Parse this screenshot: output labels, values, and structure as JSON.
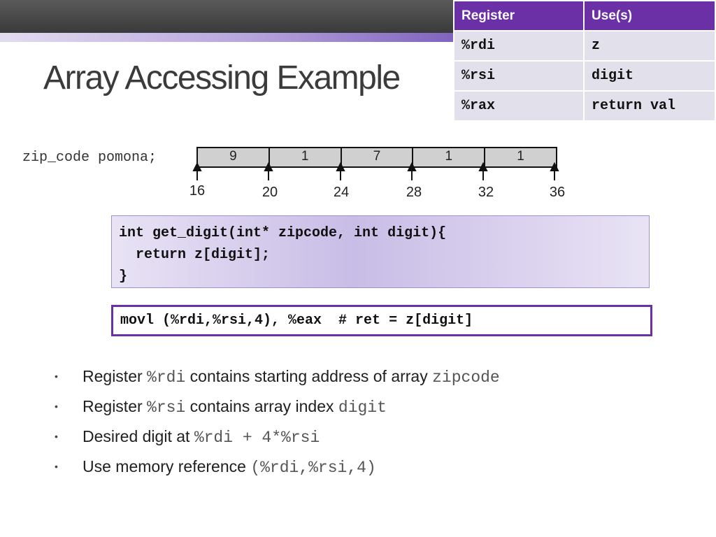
{
  "title": "Array Accessing Example",
  "register_table": {
    "headers": [
      "Register",
      "Use(s)"
    ],
    "rows": [
      [
        "%rdi",
        "z"
      ],
      [
        "%rsi",
        "digit"
      ],
      [
        "%rax",
        "return val"
      ]
    ]
  },
  "array_diagram": {
    "declaration": "zip_code pomona;",
    "values": [
      "9",
      "1",
      "7",
      "1",
      "1"
    ],
    "addresses": [
      "16",
      "20",
      "24",
      "28",
      "32",
      "36"
    ]
  },
  "code_block": {
    "lines": [
      "int get_digit(int* zipcode, int digit){",
      "  return z[digit];",
      "}"
    ]
  },
  "asm_block": {
    "line": "movl (%rdi,%rsi,4), %eax  # ret = z[digit]"
  },
  "bullets": [
    {
      "text1": "Register ",
      "code1": "%rdi",
      "text2": " contains starting address of array ",
      "code2": "zipcode"
    },
    {
      "text1": "Register ",
      "code1": "%rsi",
      "text2": " contains array index ",
      "code2": "digit"
    },
    {
      "text1": "Desired digit at ",
      "code1": "%rdi + 4*%rsi"
    },
    {
      "text1": "Use memory reference ",
      "code1": "(%rdi,%rsi,4)"
    }
  ],
  "bullet_symbol": "•",
  "colors": {
    "accent_purple": "#6b2fa6",
    "header_dark": "#3a3a3a",
    "table_cell_bg": "#e2e0ea"
  }
}
